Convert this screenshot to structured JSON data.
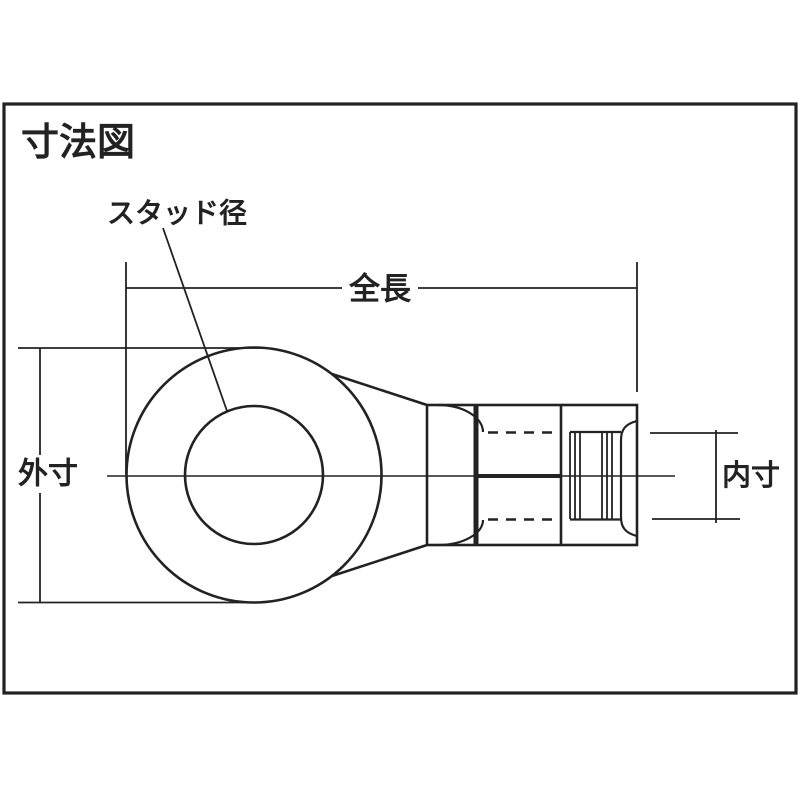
{
  "title": "寸法図",
  "labels": {
    "stud_diameter": "スタッド径",
    "total_length": "全長",
    "outer_dimension": "外寸",
    "inner_dimension": "内寸"
  },
  "colors": {
    "background": "#ffffff",
    "line": "#222222"
  }
}
